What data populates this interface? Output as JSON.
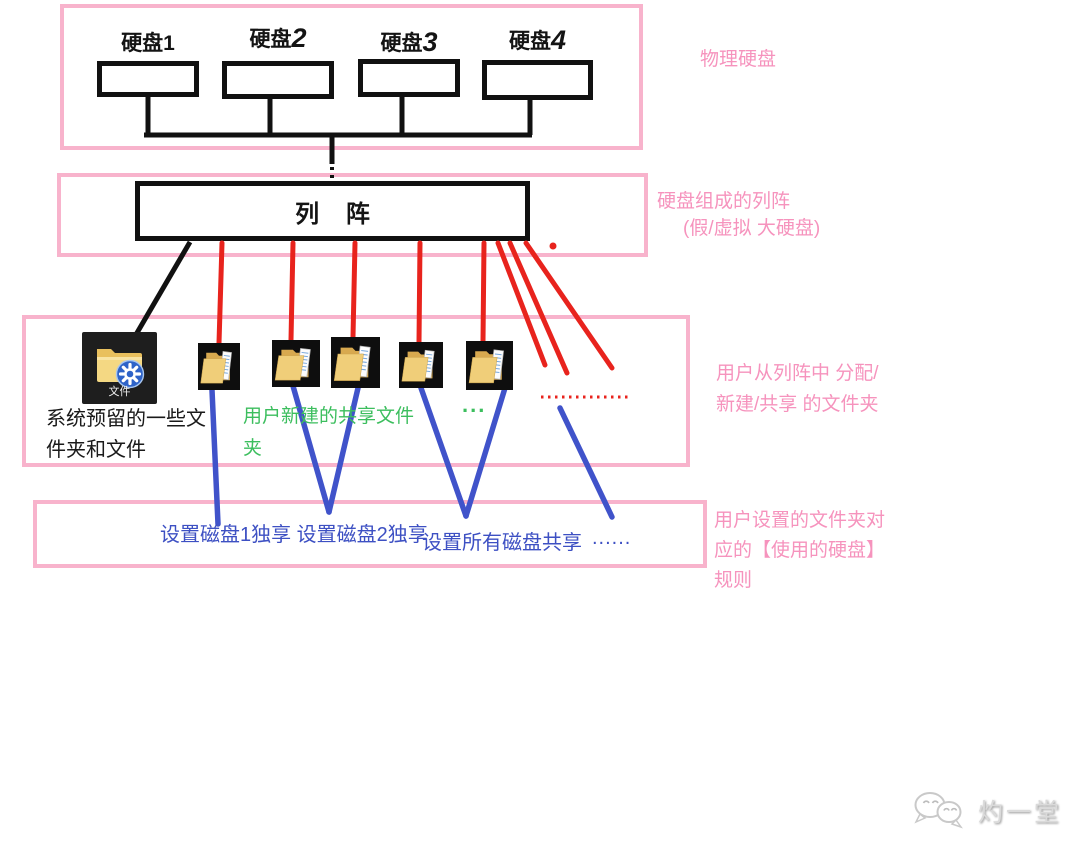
{
  "colors": {
    "pink-border": "#F8B3CC",
    "pink-text": "#F693BD",
    "red-line": "#E8231D",
    "blue-line": "#4053CA",
    "blue-text": "#3D50C3",
    "green-text": "#3CBE5E",
    "black-line": "#111111"
  },
  "physical_section": {
    "caption": "物理硬盘",
    "disks": [
      {
        "prefix": "硬盘",
        "num": "1"
      },
      {
        "prefix": "硬盘",
        "num": "2"
      },
      {
        "prefix": "硬盘",
        "num": "3"
      },
      {
        "prefix": "硬盘",
        "num": "4"
      }
    ]
  },
  "array_section": {
    "box_label": "列 阵",
    "caption": "硬盘组成的列阵",
    "caption_sub": "(假/虚拟 大硬盘)"
  },
  "folders_section": {
    "caption_line1": "用户从列阵中 分配/",
    "caption_line2": "新建/共享 的文件夹",
    "system_tile_label": "文件",
    "system_text_line1": "系统预留的一些文",
    "system_text_line2": "件夹和文件",
    "shared_text_line1": "用户新建的共享文件",
    "shared_text_line2": "夹",
    "ellipsis_green": "..."
  },
  "rules_section": {
    "caption_line1": "用户设置的文件夹对",
    "caption_line2": "应的【使用的硬盘】",
    "caption_line3": "规则",
    "rule1": "设置磁盘1独享 设置磁盘2独享",
    "rule2": "设置所有磁盘共享",
    "rule3": "......"
  },
  "watermark": {
    "brand": "灼一堂"
  }
}
